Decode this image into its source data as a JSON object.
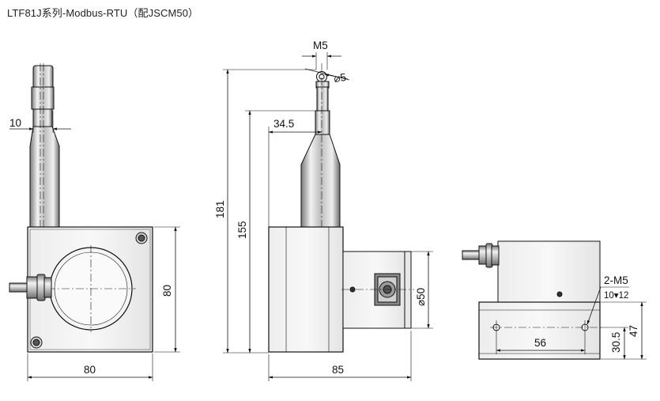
{
  "title": "LTF81J系列-Modbus-RTU（配JSCM50）",
  "dimensions": {
    "front_width": "80",
    "front_height": "80",
    "wire_offset": "10",
    "side_total_height": "181",
    "side_body_height": "155",
    "side_offset": "34.5",
    "side_width": "85",
    "thread_label": "M5",
    "eyelet_dia": "⌀5",
    "flange_dia": "⌀50",
    "hole_label": "2-M5",
    "hole_depth": "10▾12",
    "hole_spacing": "56",
    "hole_height": "30.5",
    "base_height": "47"
  }
}
